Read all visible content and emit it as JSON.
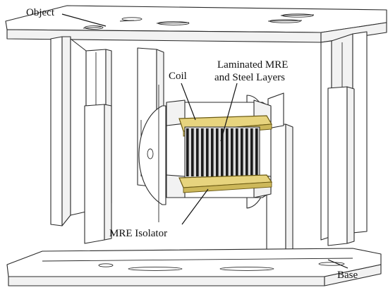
{
  "labels": {
    "object": "Object",
    "coil": "Coil",
    "laminated_line1": "Laminated MRE",
    "laminated_line2": "and Steel Layers",
    "mre_isolator": "MRE Isolator",
    "base": "Base"
  },
  "colors": {
    "line": "#2a2a2a",
    "coil_fill": "#e7d47e",
    "coil_outline": "#6b5a12",
    "lamination_dark": "#1c1c1c",
    "lamination_light": "#d9d9d9"
  }
}
